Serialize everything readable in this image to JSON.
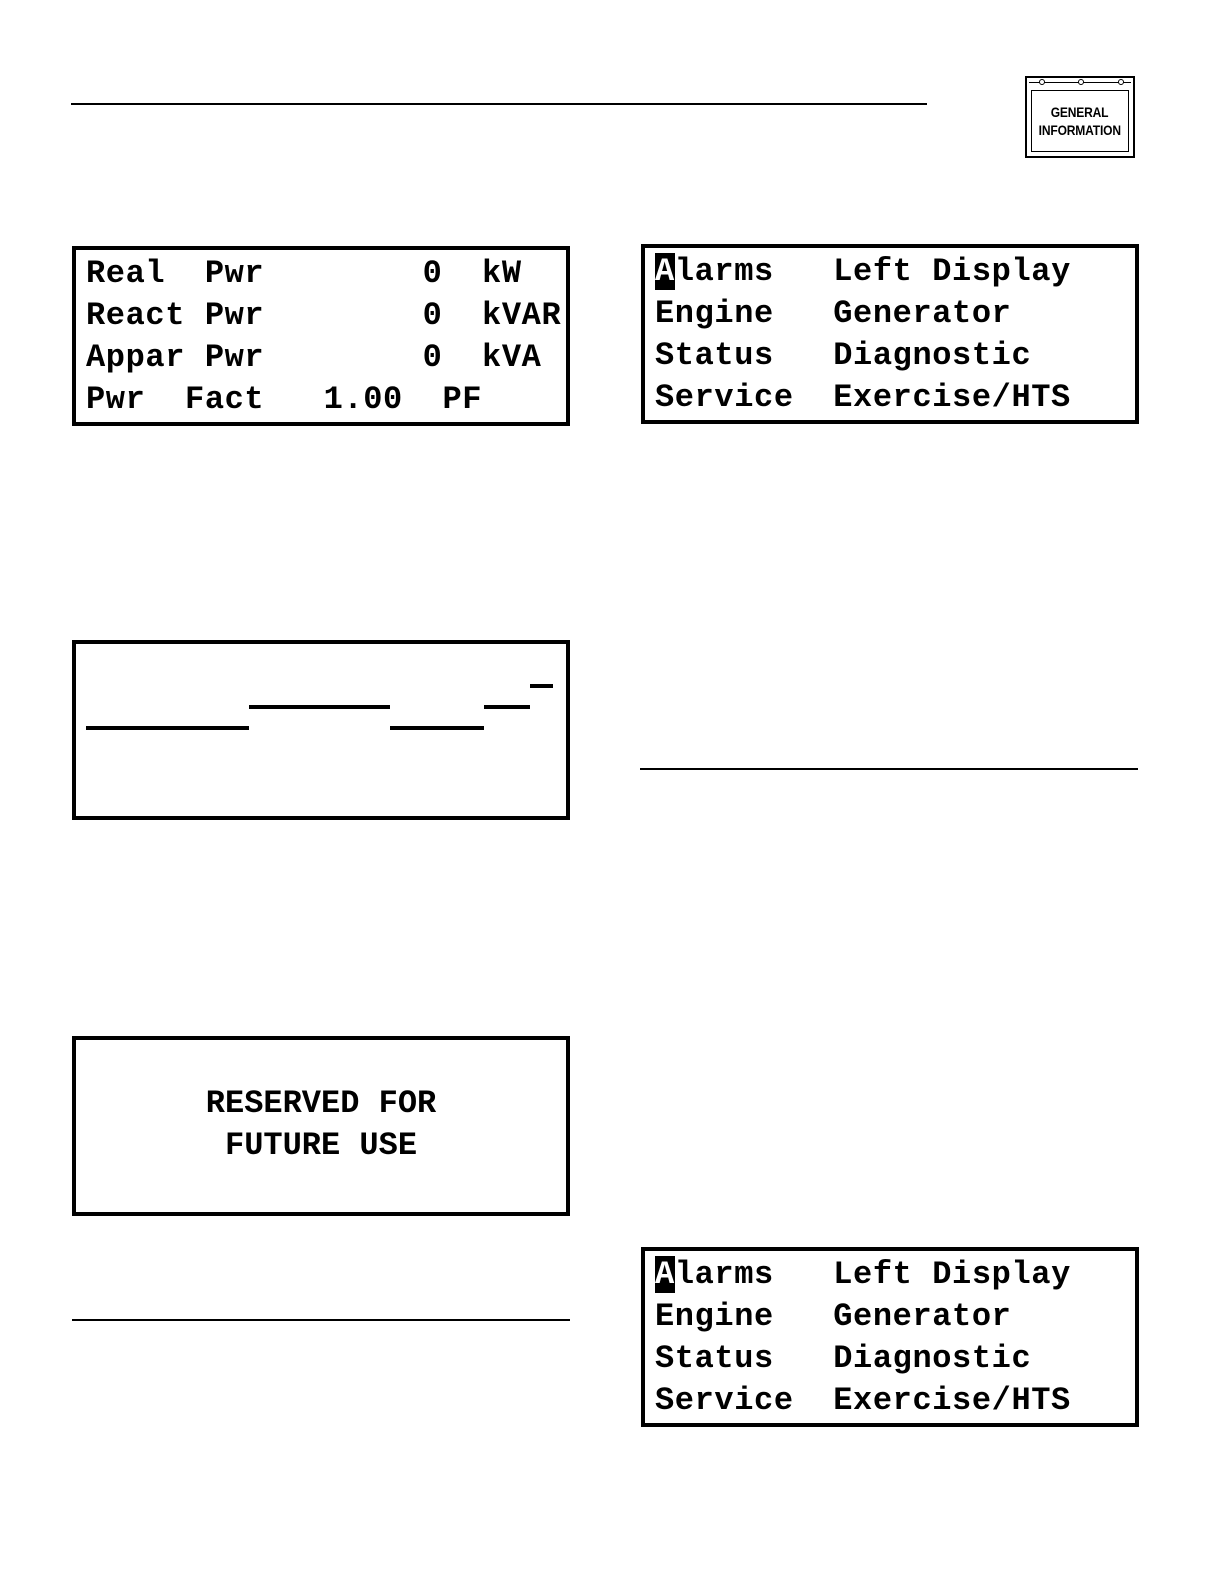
{
  "badge": {
    "line1": "GENERAL",
    "line2": "INFORMATION"
  },
  "power_display": {
    "rows": [
      "Real  Pwr        0  kW",
      "React Pwr        0  kVAR",
      "Appar Pwr        0  kVA",
      "Pwr  Fact   1.00  PF"
    ]
  },
  "main_menu_top": {
    "cursor_char": "A",
    "first_row_rest": "larms   Left Display",
    "rows": [
      "Engine   Generator",
      "Status   Diagnostic",
      "Service  Exercise/HTS"
    ]
  },
  "waveform_display": {
    "description_shown": ""
  },
  "reserved_display": {
    "line1": "RESERVED FOR",
    "line2": "FUTURE USE"
  },
  "main_menu_bottom": {
    "cursor_char": "A",
    "first_row_rest": "larms   Left Display",
    "rows": [
      "Engine   Generator",
      "Status   Diagnostic",
      "Service  Exercise/HTS"
    ]
  }
}
